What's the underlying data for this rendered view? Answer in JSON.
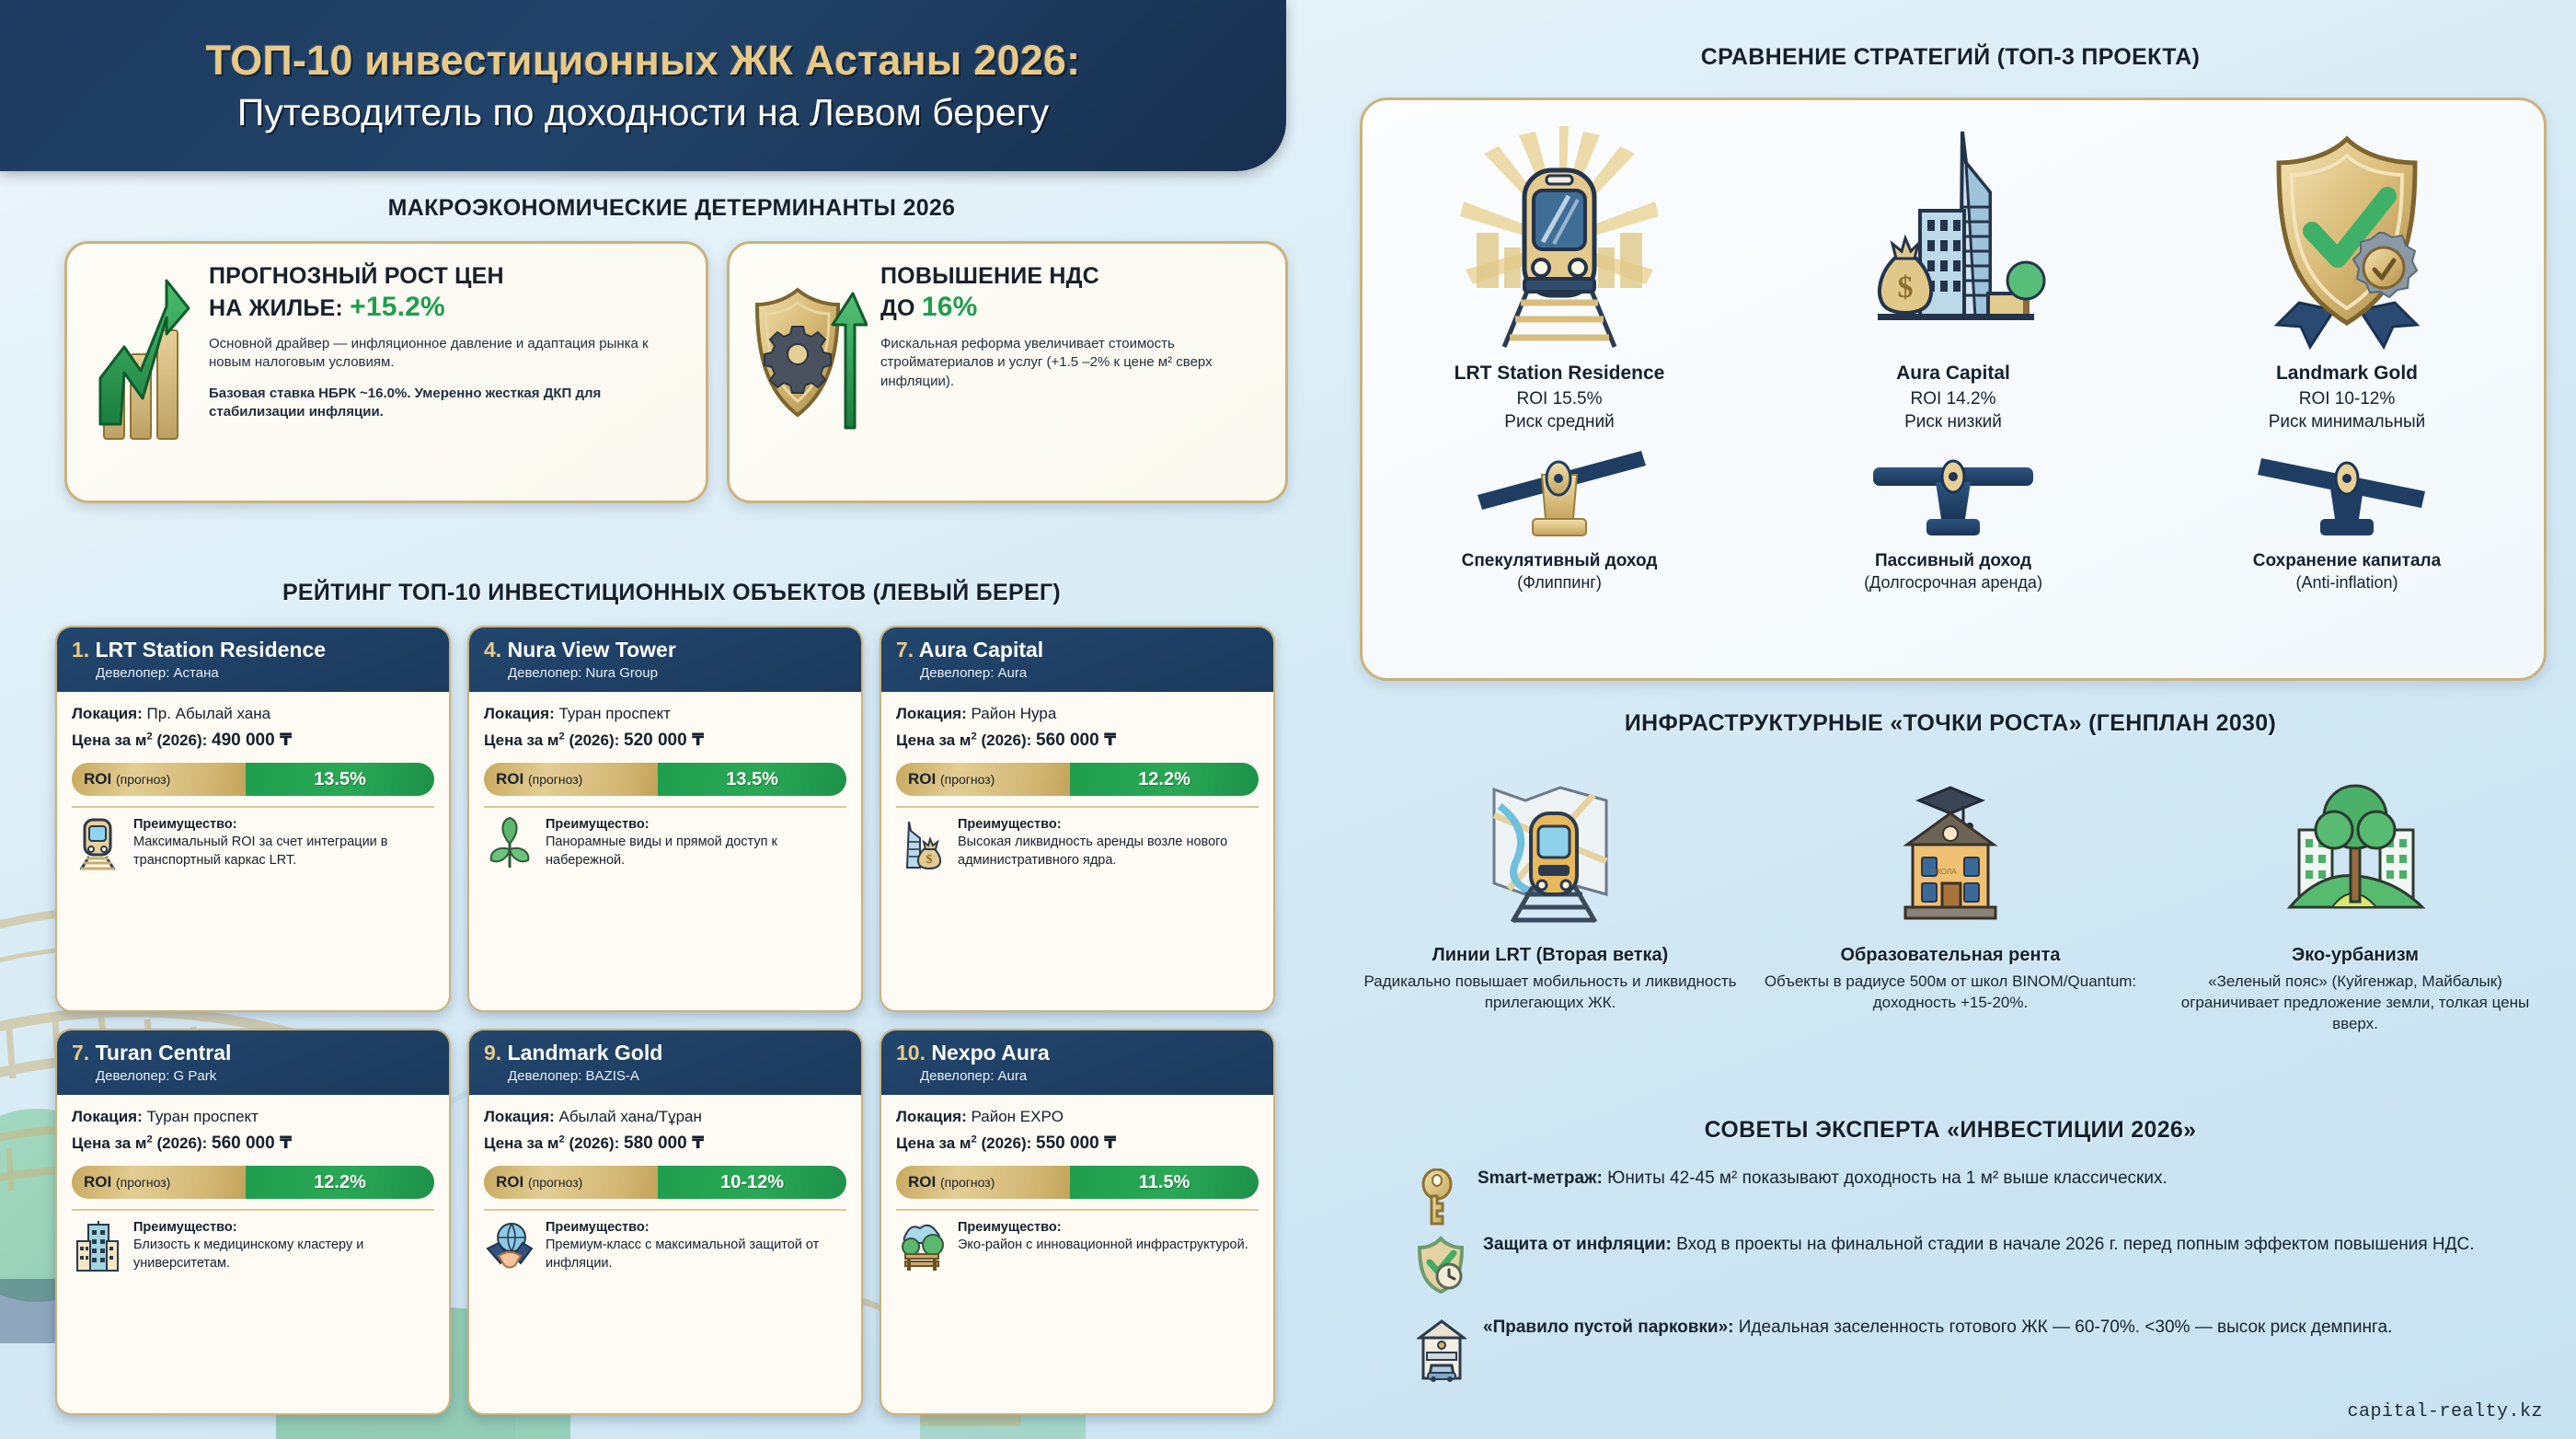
{
  "header": {
    "title_line1": "ТОП-10 инвестиционных ЖК Астаны 2026:",
    "title_line2": "Путеводитель по доходности на Левом берегу"
  },
  "sections": {
    "macro_title": "МАКРОЭКОНОМИЧЕСКИЕ ДЕТЕРМИНАНТЫ 2026",
    "ranking_title": "РЕЙТИНГ ТОП-10 ИНВЕСТИЦИОННЫХ ОБЪЕКТОВ (ЛЕВЫЙ БЕРЕГ)",
    "strategy_title": "СРАВНЕНИЕ СТРАТЕГИЙ (ТОП-3 ПРОЕКТА)",
    "infra_title": "ИНФРАСТРУКТУРНЫЕ «ТОЧКИ РОСТА» (ГЕНПЛАН 2030)",
    "tips_title": "СОВЕТЫ ЭКСПЕРТА «ИНВЕСТИЦИИ 2026»"
  },
  "macro": [
    {
      "icon": "growth-arrow-chart-icon",
      "head_line1": "ПРОГНОЗНЫЙ РОСТ ЦЕН",
      "head_line2_prefix": "НА ЖИЛЬЕ:",
      "head_accent": "+15.2%",
      "p1": "Основной драйвер — инфляционное давление и адаптация рынка к новым налоговым условиям.",
      "p2": "Базовая ставка НБРК ~16.0%. Умеренно жесткая ДКП для стабилизации инфляции."
    },
    {
      "icon": "shield-gear-arrow-icon",
      "head_line1": "ПОВЫШЕНИЕ НДС",
      "head_line2_prefix": "ДО",
      "head_accent": "16%",
      "p1": "Фискальная реформа увеличивает стоимость стройматериалов и услуг (+1.5 –2% к цене м² сверх инфляции).",
      "p2": ""
    }
  ],
  "ranking": {
    "labels": {
      "developer": "Девелопер:",
      "location": "Локация:",
      "price": "Цена за м",
      "price_year": "(2026):",
      "roi": "ROI",
      "roi_note": "(прогноз)",
      "advantage": "Преимущество:"
    },
    "cards": [
      {
        "num": "1.",
        "name": "LRT Station Residence",
        "developer": "Астана",
        "location": "Пр. Абылай хана",
        "price": "490 000 ₸",
        "roi": "13.5%",
        "icon": "train-icon",
        "advantage": "Максимальный ROI за счет интеграции в транспортный каркас LRT."
      },
      {
        "num": "4.",
        "name": "Nura View Tower",
        "developer": "Nura Group",
        "location": "Туран проспект",
        "price": "520 000 ₸",
        "roi": "13.5%",
        "icon": "plant-leaf-icon",
        "advantage": "Панорамные виды и прямой доступ к набережной."
      },
      {
        "num": "7.",
        "name": "Aura Capital",
        "developer": "Aura",
        "location": "Район Нура",
        "price": "560 000 ₸",
        "roi": "12.2%",
        "icon": "skyscraper-moneybag-icon",
        "advantage": "Высокая ликвидность аренды возле нового административного ядра."
      },
      {
        "num": "7.",
        "name": "Turan Central",
        "developer": "G Park",
        "location": "Туран проспект",
        "price": "560 000 ₸",
        "roi": "12.2%",
        "icon": "office-building-icon",
        "advantage": "Близость к медицинскому кластеру и университетам."
      },
      {
        "num": "9.",
        "name": "Landmark Gold",
        "developer": "BAZIS-A",
        "location": "Абылай хана/Тұран",
        "price": "580 000 ₸",
        "roi": "10-12%",
        "icon": "handshake-globe-icon",
        "advantage": "Премиум-класс с максимальной защитой от инфляции."
      },
      {
        "num": "10.",
        "name": "Nexpo Aura",
        "developer": "Aura",
        "location": "Район EXPO",
        "price": "550 000 ₸",
        "roi": "11.5%",
        "icon": "eco-park-bench-icon",
        "advantage": "Эко-район с инновационной инфраструктурой."
      }
    ]
  },
  "strategy": [
    {
      "icon": "train-rays-icon",
      "name": "LRT Station Residence",
      "roi": "ROI 15.5%",
      "risk": "Риск средний",
      "scale": "tilted-left-gold",
      "goal": "Спекулятивный доход",
      "goal_sub": "(Флиппинг)"
    },
    {
      "icon": "skyscraper-moneybag-tree-icon",
      "name": "Aura Capital",
      "roi": "ROI 14.2%",
      "risk": "Риск низкий",
      "scale": "balanced-navy",
      "goal": "Пассивный доход",
      "goal_sub": "(Долгосрочная аренда)"
    },
    {
      "icon": "gold-shield-check-medal-icon",
      "name": "Landmark Gold",
      "roi": "ROI 10-12%",
      "risk": "Риск минимальный",
      "scale": "tilted-right-navy",
      "goal": "Сохранение капитала",
      "goal_sub": "(Anti-inflation)"
    }
  ],
  "infrastructure": [
    {
      "icon": "lrt-map-train-icon",
      "title": "Линии LRT (Вторая ветка)",
      "desc": "Радикально повышает мобильность и ликвидность прилегающих ЖК."
    },
    {
      "icon": "school-graduation-icon",
      "title": "Образовательная рента",
      "desc": "Объекты в радиусе 500м от школ BINOM/Quantum: доходность +15-20%."
    },
    {
      "icon": "tree-green-city-icon",
      "title": "Эко-урбанизм",
      "desc": "«Зеленый пояс» (Куйгенжар, Майбалык) ограничивает предложение земли, толкая цены вверх."
    }
  ],
  "tips": [
    {
      "icon": "key-icon",
      "bold": "Smart-метраж:",
      "text": " Юниты 42-45 м² показывают доходность на 1 м² выше классических."
    },
    {
      "icon": "shield-clock-icon",
      "bold": "Защита от инфляции:",
      "text": " Вход в проекты на финальной стадии в начале 2026 г. перед попным эффектом повышения НДС."
    },
    {
      "icon": "garage-car-icon",
      "bold": "«Правило пустой парковки»:",
      "text": " Идеальная заселенность готового ЖК — 60-70%. <30% — высок риск демпинга."
    }
  ],
  "footer": "capital-realty.kz",
  "colors": {
    "navy": "#1d3a5f",
    "gold": "#e8c986",
    "green": "#1f9e4d",
    "bg": "#dceef7"
  }
}
